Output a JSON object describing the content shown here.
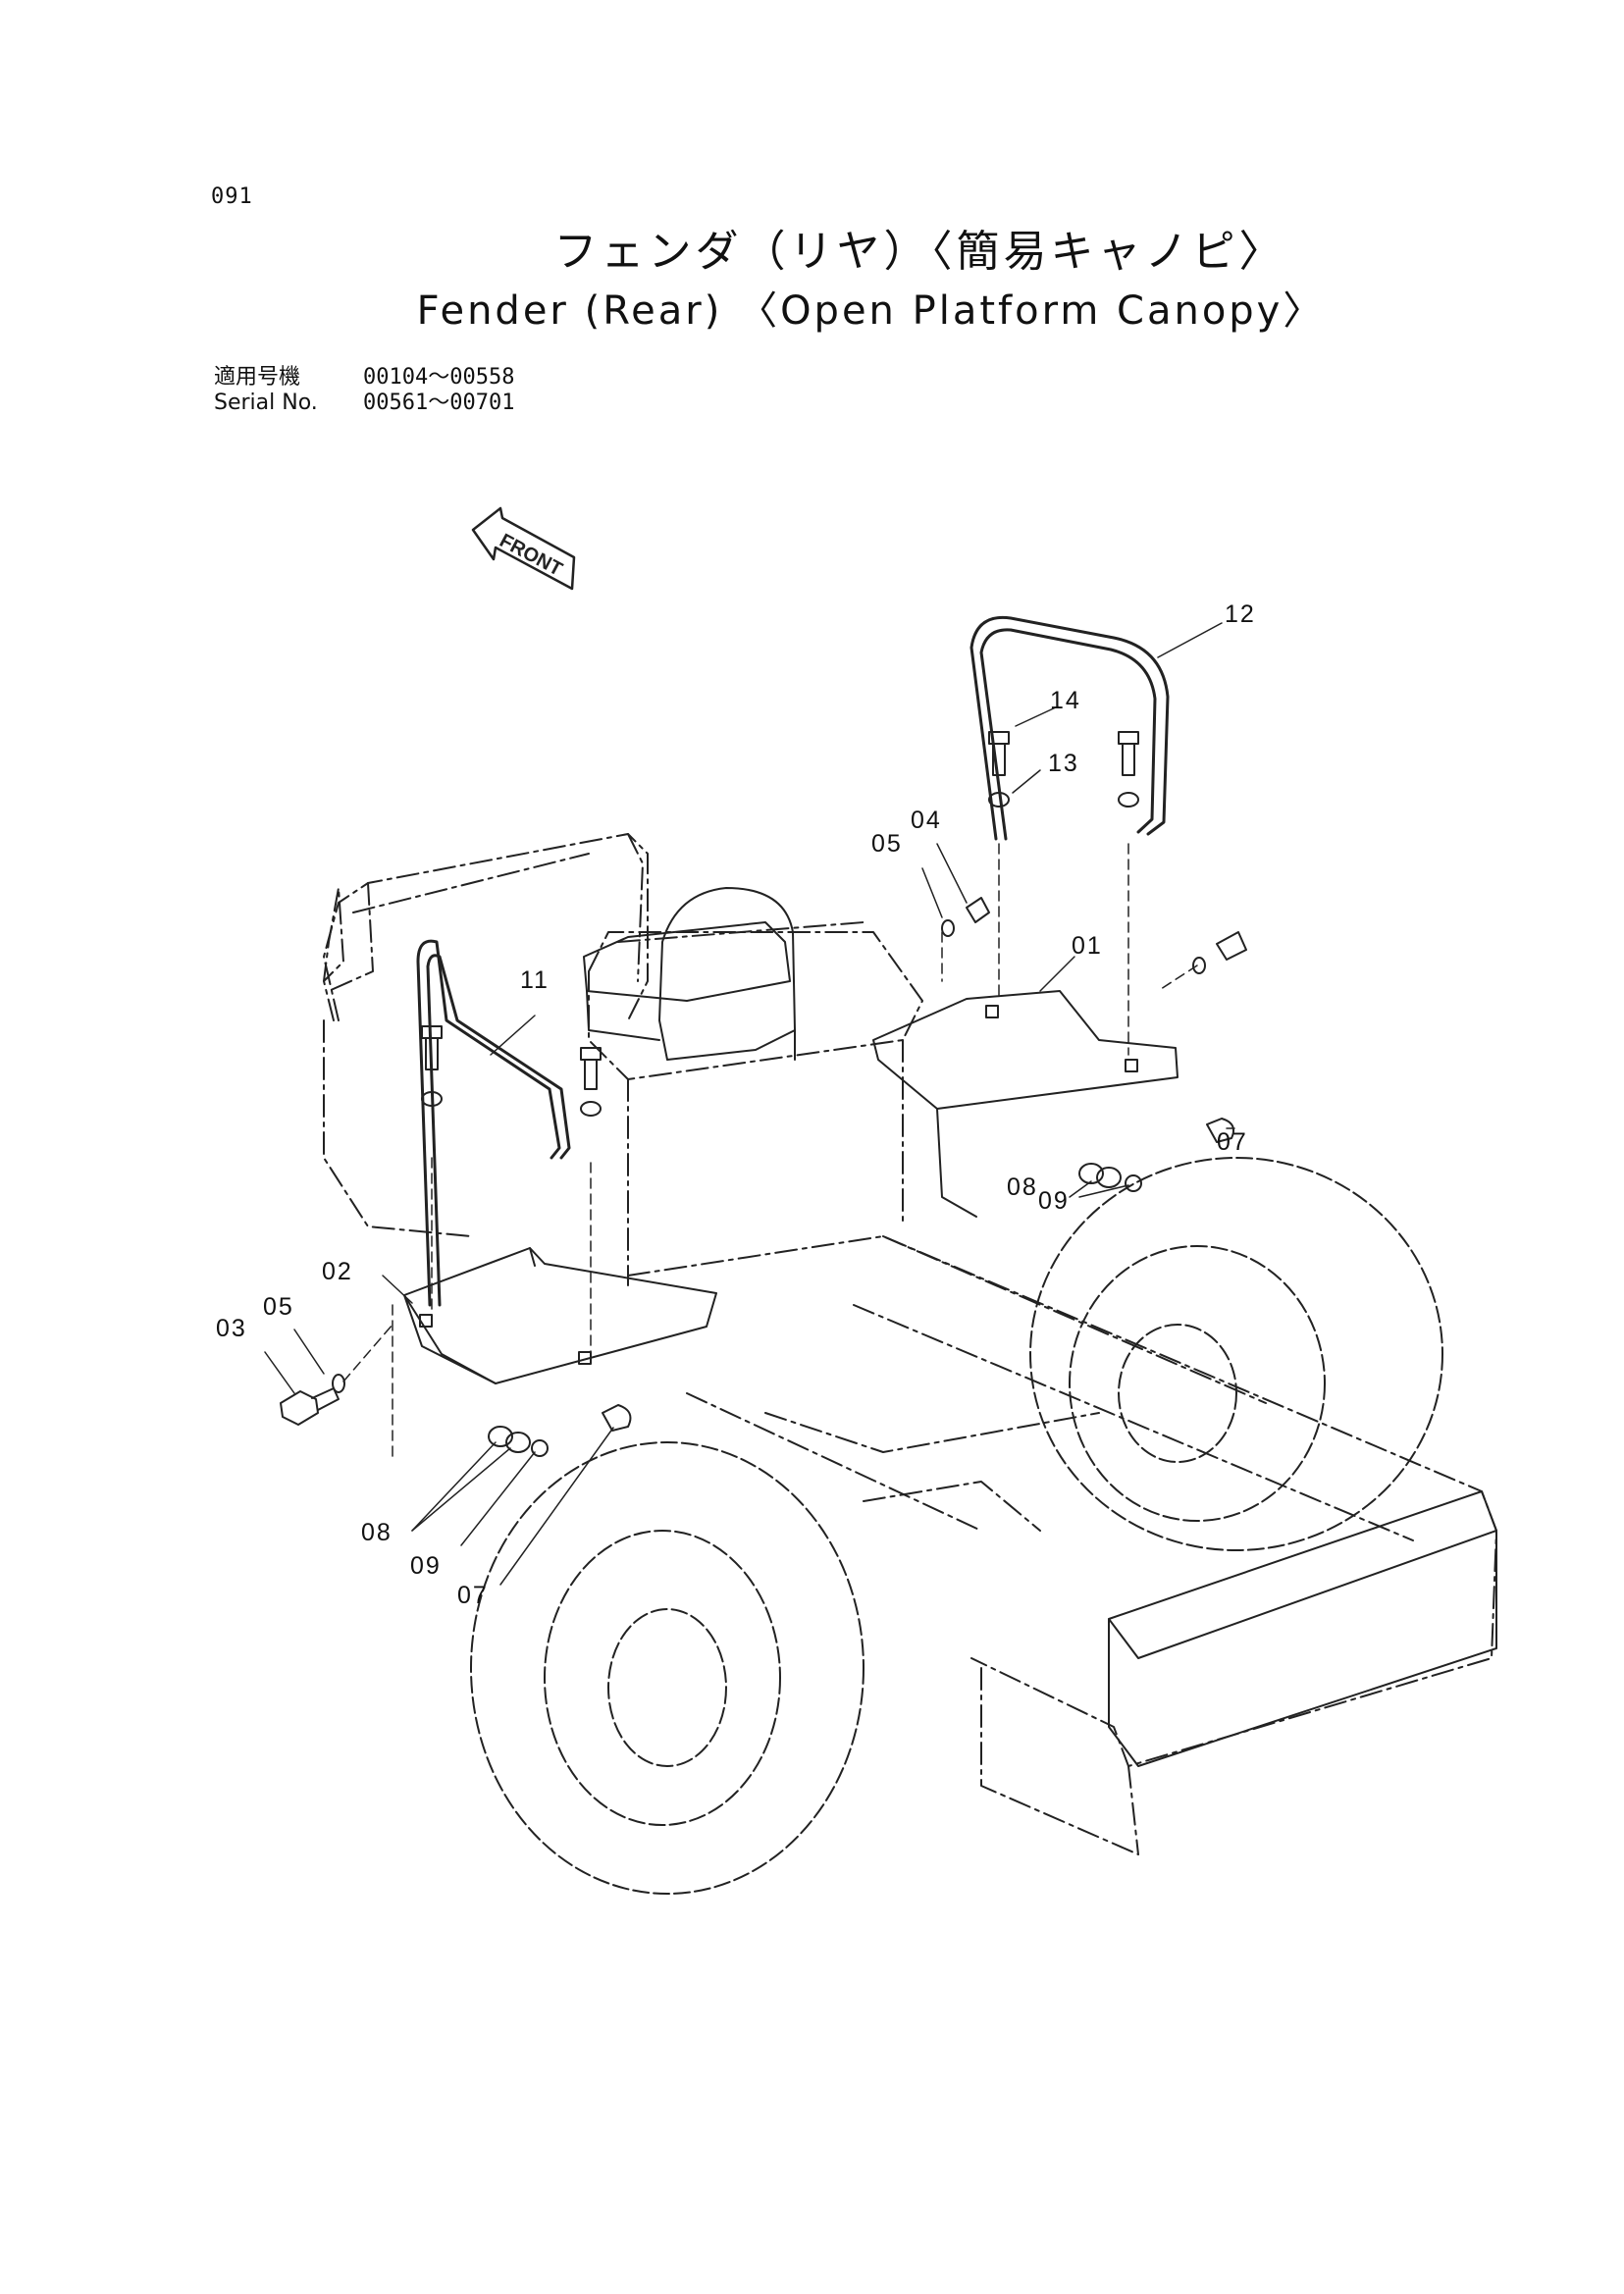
{
  "page_number": "091",
  "title_jp": "フェンダ（リヤ）〈簡易キャノピ〉",
  "title_en": "Fender (Rear) 〈Open Platform Canopy〉",
  "serial": {
    "label_jp": "適用号機",
    "label_en": "Serial No.",
    "range1": "00104～00558",
    "range2": "00561～00701"
  },
  "front_arrow_label": "FRONT",
  "callouts": {
    "c01": "01",
    "c02": "02",
    "c03": "03",
    "c04": "04",
    "c05a": "05",
    "c05b": "05",
    "c07a": "07",
    "c07b": "07",
    "c08a": "08",
    "c08b": "08",
    "c09a": "09",
    "c09b": "09",
    "c11": "11",
    "c12": "12",
    "c13": "13",
    "c14": "14"
  }
}
